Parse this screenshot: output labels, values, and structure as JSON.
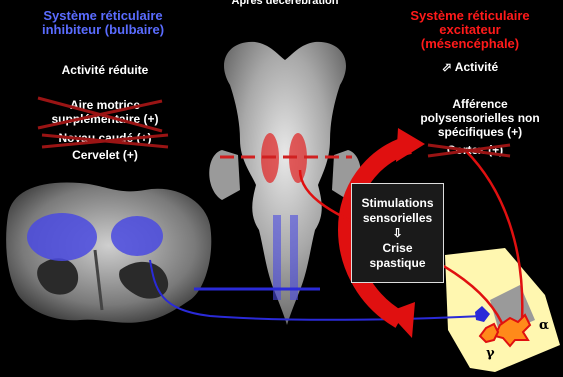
{
  "colors": {
    "inhibitor": "#3a3ad8",
    "excitator": "#ff1a1a",
    "background": "#000000",
    "spinal_yellow": "#fff7b0"
  },
  "header": {
    "title": "Après décérébration"
  },
  "left": {
    "title_line1": "Système réticulaire",
    "title_line2": "inhibiteur (bulbaire)",
    "activity": "Activité réduite",
    "items": [
      {
        "line1": "Aire motrice",
        "line2": "supplémentaire (+)",
        "crossed": true
      },
      {
        "line1": "Noyau caudé (+)",
        "crossed": true
      },
      {
        "line1": "Cervelet (+)",
        "crossed": false
      }
    ]
  },
  "right": {
    "title_line1": "Système réticulaire",
    "title_line2": "excitateur",
    "title_line3": "(mésencéphale)",
    "activity_arrow": "⬀",
    "activity": "Activité",
    "afference_line1": "Afférence",
    "afference_line2": "polysensorielles non",
    "afference_line3": "spécifiques (+)",
    "cortex": "Cortex (+)",
    "cortex_crossed": true
  },
  "center_box": {
    "line1": "Stimulations",
    "line2": "sensorielles",
    "arrow": "⇩",
    "line3": "Crise",
    "line4": "spastique"
  },
  "spinal": {
    "alpha": "α",
    "gamma": "γ"
  }
}
